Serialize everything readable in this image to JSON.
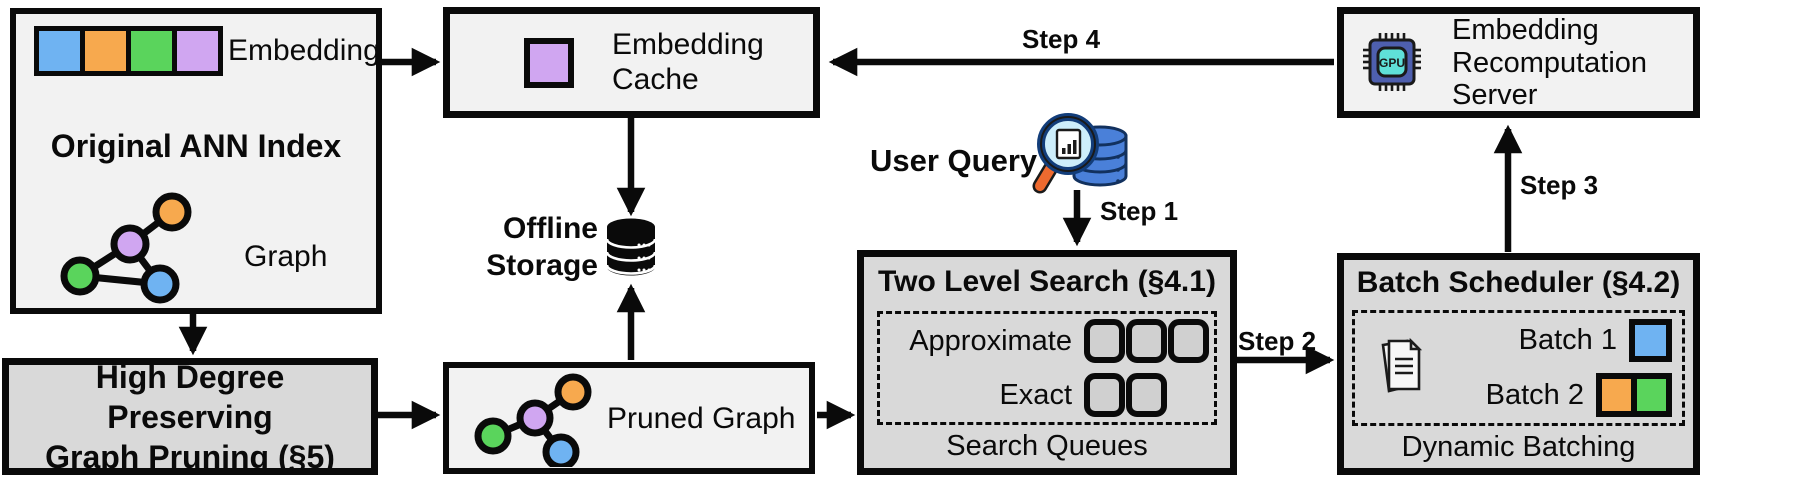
{
  "diagram": {
    "original_index": {
      "embedding_label": "Embedding",
      "title": "Original ANN Index",
      "graph_label": "Graph"
    },
    "graph_pruning": {
      "line1": "High Degree Preserving",
      "line2": "Graph Pruning (§5)"
    },
    "embedding_cache": {
      "line1": "Embedding",
      "line2": "Cache"
    },
    "offline_storage": {
      "line1": "Offline",
      "line2": "Storage"
    },
    "pruned_graph": {
      "label": "Pruned Graph"
    },
    "user_query": {
      "label": "User Query"
    },
    "two_level_search": {
      "title": "Two Level Search (§4.1)",
      "approximate_label": "Approximate",
      "exact_label": "Exact",
      "caption": "Search Queues"
    },
    "batch_scheduler": {
      "title": "Batch Scheduler (§4.2)",
      "batch1_label": "Batch 1",
      "batch2_label": "Batch 2",
      "caption": "Dynamic Batching"
    },
    "recomputation_server": {
      "line1": "Embedding",
      "line2": "Recomputation",
      "line3": "Server",
      "chip_label": "GPU"
    },
    "steps": {
      "step1": "Step 1",
      "step2": "Step 2",
      "step3": "Step 3",
      "step4": "Step 4"
    }
  },
  "colors": {
    "box_light": "#f2f2f2",
    "box_dark": "#d9d9d9",
    "outline": "#0a0a0a",
    "blue": "#6fb3f2",
    "orange": "#f7a94e",
    "green": "#5ad45c",
    "purple": "#d0a6f1",
    "queue_fill": "#d0d0d0",
    "gpu_body": "#4e5fae",
    "gpu_inner": "#5fe0d8",
    "query_db_blue": "#4a80d9",
    "magnifier_lens": "#cdeefb",
    "magnifier_handle": "#ee6a2f"
  },
  "icons": [
    "embedding-vector-icon",
    "graph-icon",
    "pruned-graph-icon",
    "cached-embedding-icon",
    "database-storage-icon",
    "query-magnifier-icon",
    "documents-icon",
    "gpu-chip-icon"
  ]
}
